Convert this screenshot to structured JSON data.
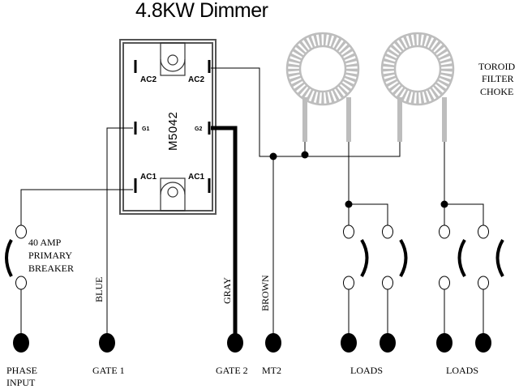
{
  "title": "4.8KW Dimmer",
  "module": {
    "part_number": "M5042",
    "terminals": {
      "ac2_left": "AC2",
      "ac2_right": "AC2",
      "g1": "G1",
      "g2": "G2",
      "ac1_left": "AC1",
      "ac1_right": "AC1"
    }
  },
  "toroid_label": [
    "TOROID",
    "FILTER",
    "CHOKE"
  ],
  "breaker_label": [
    "40 AMP",
    "PRIMARY",
    "BREAKER"
  ],
  "wire_labels": {
    "blue": "BLUE",
    "gray": "GRAY",
    "brown": "BROWN"
  },
  "bottom_labels": {
    "phase_input": [
      "PHASE",
      "INPUT"
    ],
    "gate1": "GATE 1",
    "gate2": "GATE 2",
    "mt2": "MT2",
    "loads_left": "LOADS",
    "loads_right": "LOADS"
  }
}
